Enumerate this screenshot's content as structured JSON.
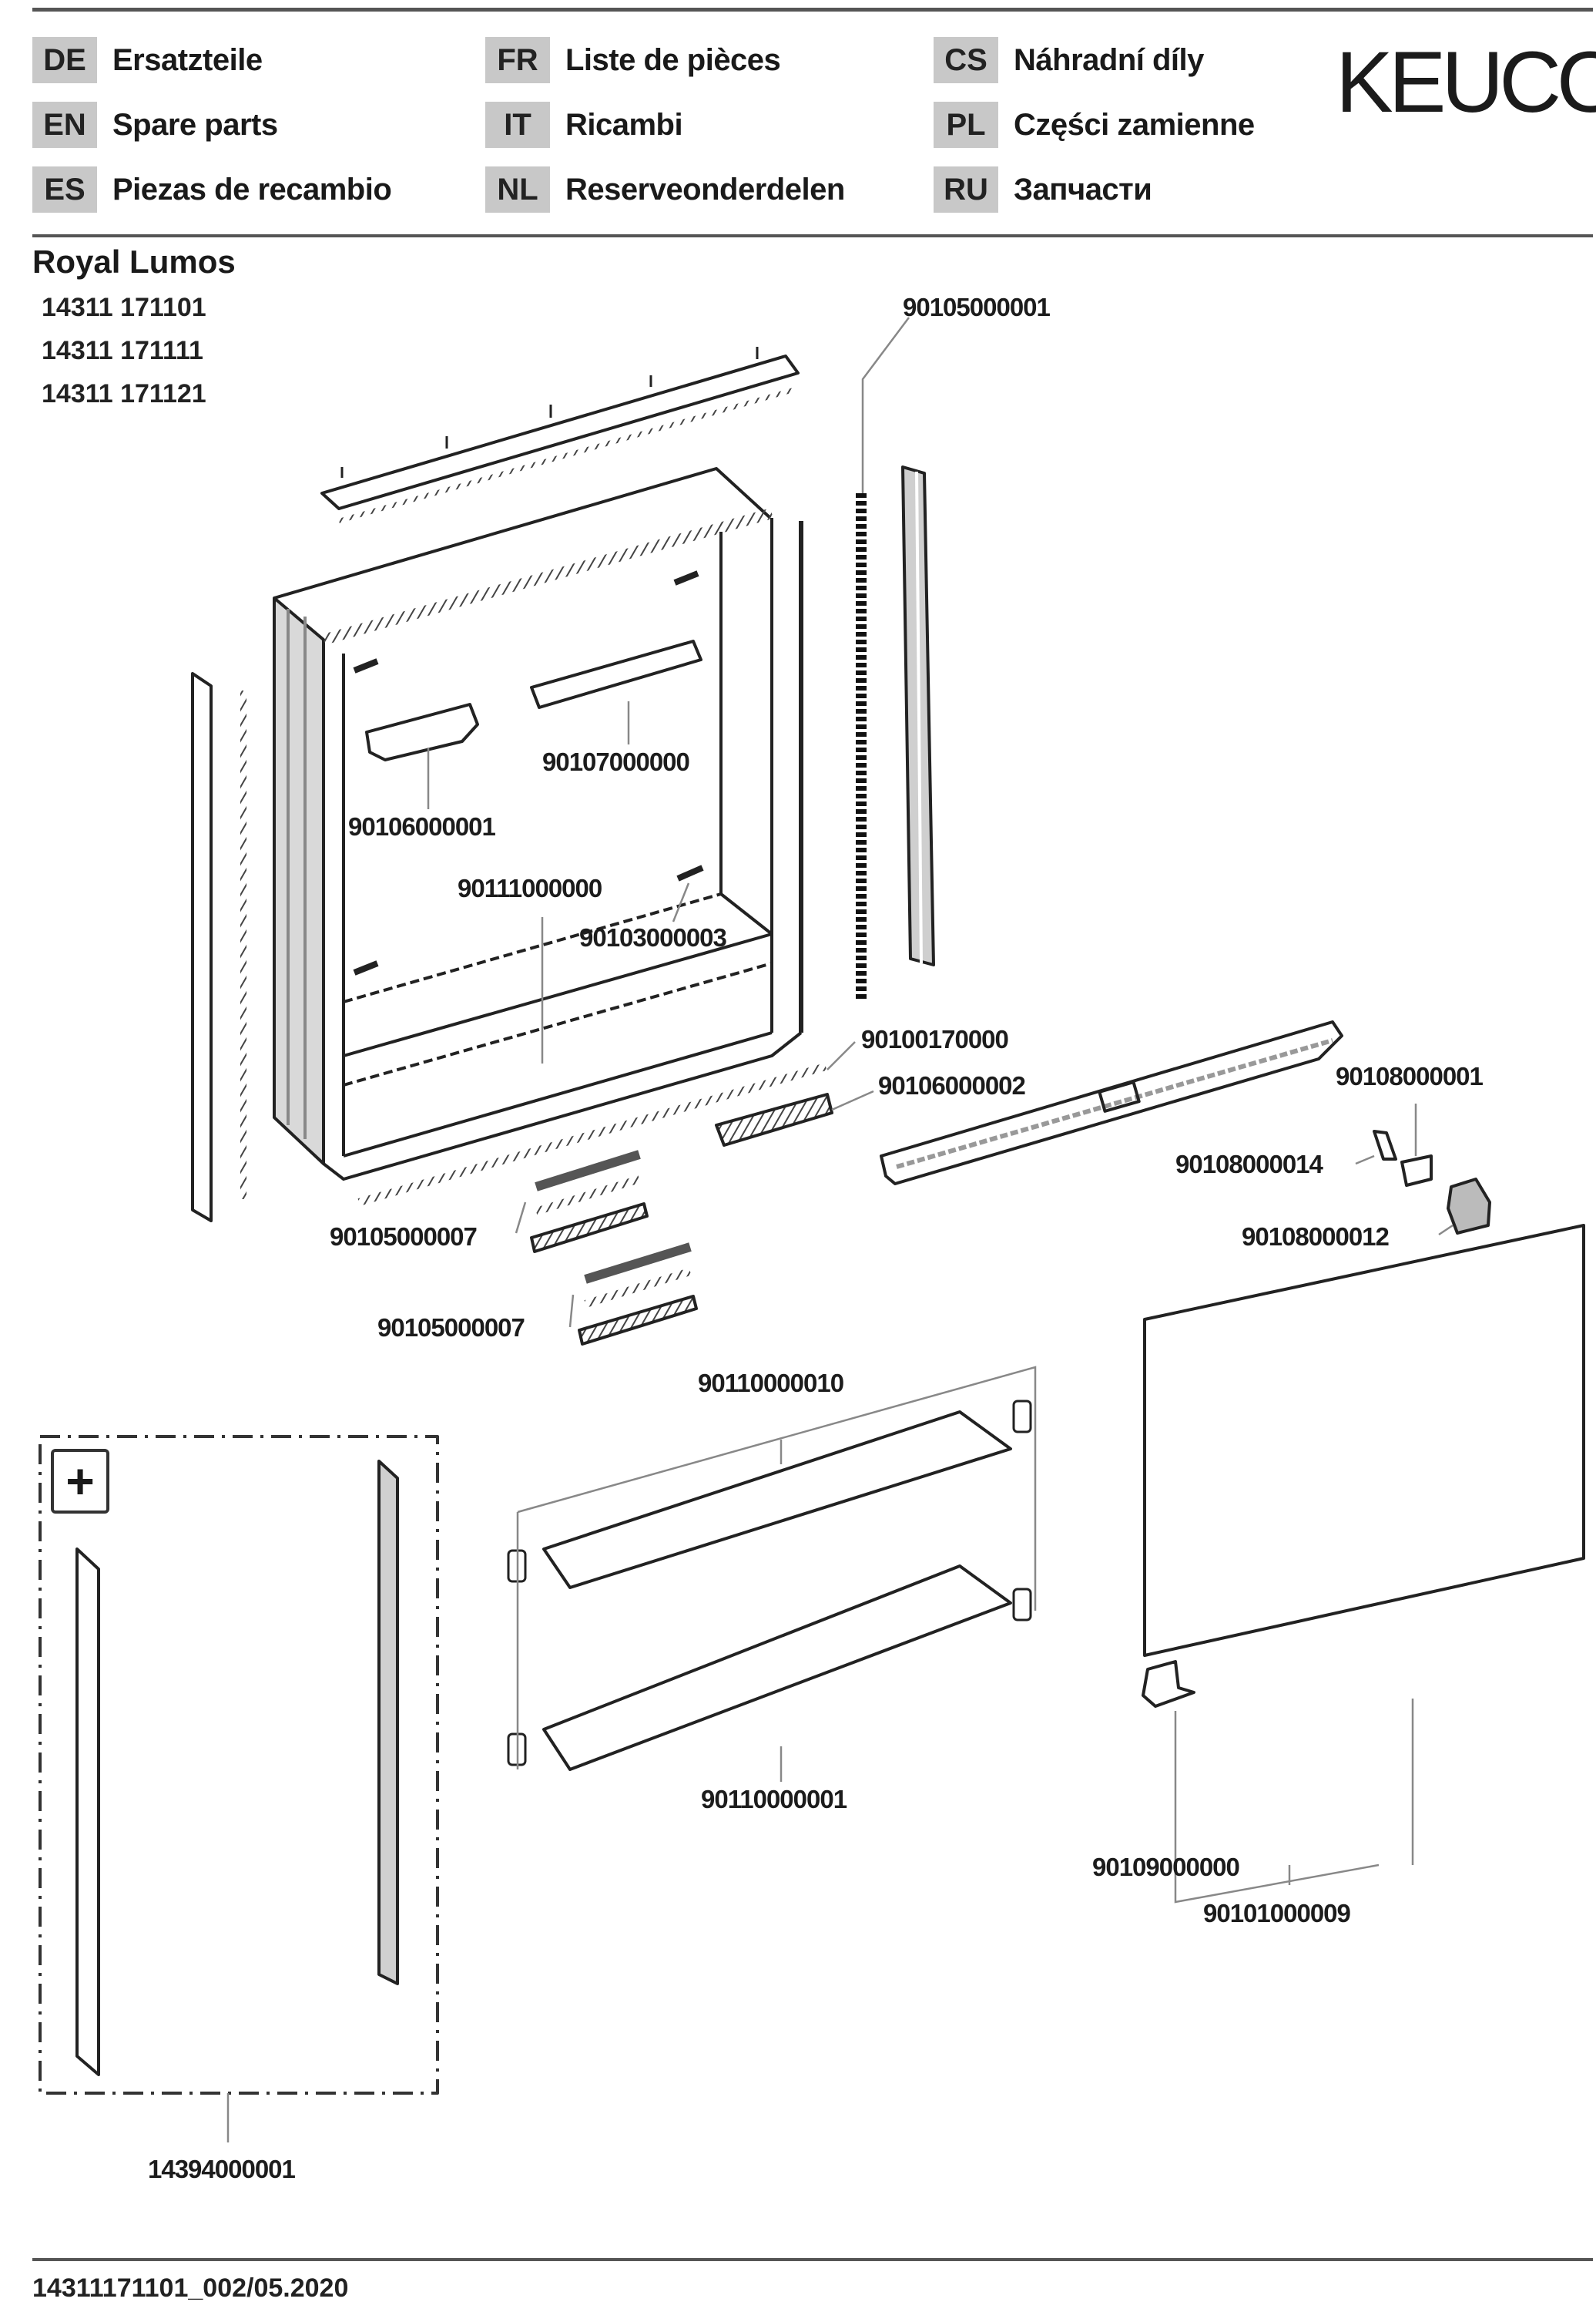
{
  "header": {
    "brand": "KEUCO",
    "languages": [
      {
        "code": "DE",
        "label": "Ersatzteile"
      },
      {
        "code": "EN",
        "label": "Spare parts"
      },
      {
        "code": "ES",
        "label": "Piezas de recambio"
      },
      {
        "code": "FR",
        "label": "Liste de pièces"
      },
      {
        "code": "IT",
        "label": "Ricambi"
      },
      {
        "code": "NL",
        "label": "Reserveonderdelen"
      },
      {
        "code": "CS",
        "label": "Náhradní díly"
      },
      {
        "code": "PL",
        "label": "Części zamienne"
      },
      {
        "code": "RU",
        "label": "Запчасти"
      }
    ]
  },
  "product": {
    "name": "Royal Lumos",
    "articles": [
      "14311 171101",
      "14311 171111",
      "14311 171121"
    ]
  },
  "parts": {
    "top_led_strip": "90105000001",
    "interior_light": "90106000001",
    "top_shelf_light": "90107000000",
    "back_wall": "90111000000",
    "wall_clips": "90103000003",
    "bottom_led_strip": "90100170000",
    "bottom_connector": "90106000002",
    "sensor_module": "90108000001",
    "sensor_cover": "90108000014",
    "sensor_bracket": "90108000012",
    "profile_set_1": "90105000007",
    "profile_set_2": "90105000007",
    "glass_shelf_top": "90110000010",
    "glass_shelf_bottom": "90110000001",
    "mirror_door": "90101000009",
    "door_hinge_part": "90109000000",
    "accessory_set": "14394000001"
  },
  "accessory": {
    "icon": "plus-icon",
    "symbol": "+"
  },
  "footer": {
    "doc_code": "14311171101_002/05.2020"
  }
}
